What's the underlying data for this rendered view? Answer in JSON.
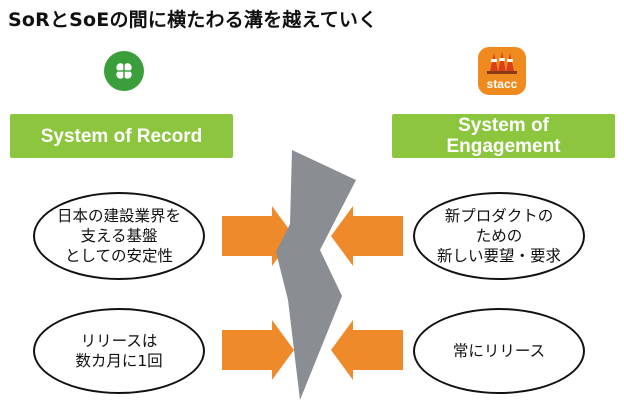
{
  "title": "SoRとSoEの間に横たわる溝を越えていく",
  "logos": {
    "left": {
      "icon": "clover-icon",
      "color": "#3a9e3a"
    },
    "right": {
      "text": "stacc",
      "icon": "traffic-cone-icon",
      "color": "#ef8a1f"
    }
  },
  "headers": {
    "left": "System of Record",
    "right": "System of\nEngagement"
  },
  "ellipses": {
    "left_top": "日本の建設業界を\n支える基盤\nとしての安定性",
    "right_top": "新プロダクトの\nための\n新しい要望・要求",
    "left_bottom": "リリースは\n数カ月に1回",
    "right_bottom": "常にリリース"
  },
  "colors": {
    "header_green": "#8cc63f",
    "arrow_orange": "#ef8a2a",
    "bolt_gray": "#8a8d91"
  }
}
